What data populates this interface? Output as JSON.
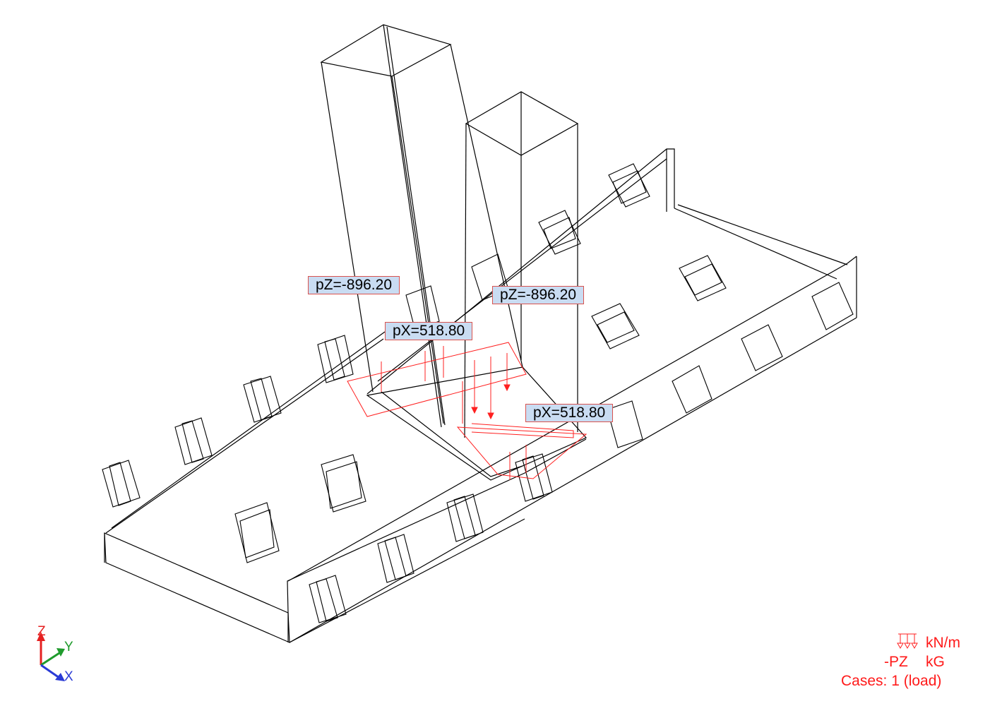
{
  "load_labels": {
    "pz_left": "pZ=-896.20",
    "pz_right": "pZ=-896.20",
    "px_upper": "pX=518.80",
    "px_lower": "pX=518.80"
  },
  "legend": {
    "unit_load": "kN/m",
    "direction": "-PZ",
    "unit_mass": "kG",
    "cases": "Cases: 1 (load)"
  },
  "axes": {
    "z": "Z",
    "y": "Y",
    "x": "X",
    "z_color": "#e52020",
    "y_color": "#1f9b2c",
    "x_color": "#2a3bd6"
  },
  "colors": {
    "model_lines": "#000000",
    "load_lines": "#ff2020",
    "label_fill": "#c9dcf2"
  }
}
